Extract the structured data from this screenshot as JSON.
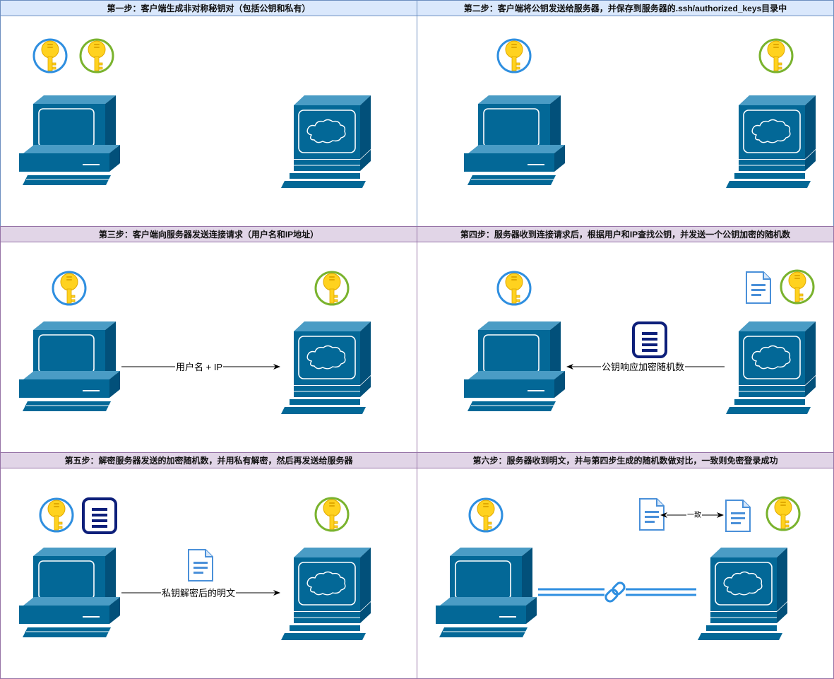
{
  "steps": [
    {
      "title": "第一步：客户端生成非对称秘钥对（包括公钥和私有）",
      "theme": "blue"
    },
    {
      "title": "第二步：客户端将公钥发送给服务器，并保存到服务器的.ssh/authorized_keys目录中",
      "theme": "blue"
    },
    {
      "title": "第三步：客户端向服务器发送连接请求（用户名和IP地址）",
      "theme": "purple"
    },
    {
      "title": "第四步：服务器收到连接请求后，根据用户和IP查找公钥，并发送一个公钥加密的随机数",
      "theme": "purple"
    },
    {
      "title": "第五步：解密服务器发送的加密随机数，并用私有解密，然后再发送给服务器",
      "theme": "purple"
    },
    {
      "title": "第六步：服务器收到明文，并与第四步生成的随机数做对比，一致则免密登录成功",
      "theme": "purple"
    }
  ],
  "arrows": {
    "step3": "用户名 + IP",
    "step4": "公钥响应加密随机数",
    "step5": "私钥解密后的明文",
    "step6_compare": "一致"
  },
  "colors": {
    "computer": "#036897",
    "key_gold": "#FFD21F",
    "private_ring": "#2F8FE0",
    "public_ring": "#7AB32E",
    "doc_light": "#4A90D9",
    "doc_dark": "#0D1F7A",
    "header_blue": "#dae8fc",
    "header_purple": "#e1d5e7"
  },
  "icons": [
    "private-key-icon",
    "public-key-icon",
    "client-computer-icon",
    "server-computer-icon",
    "document-icon",
    "link-icon"
  ]
}
